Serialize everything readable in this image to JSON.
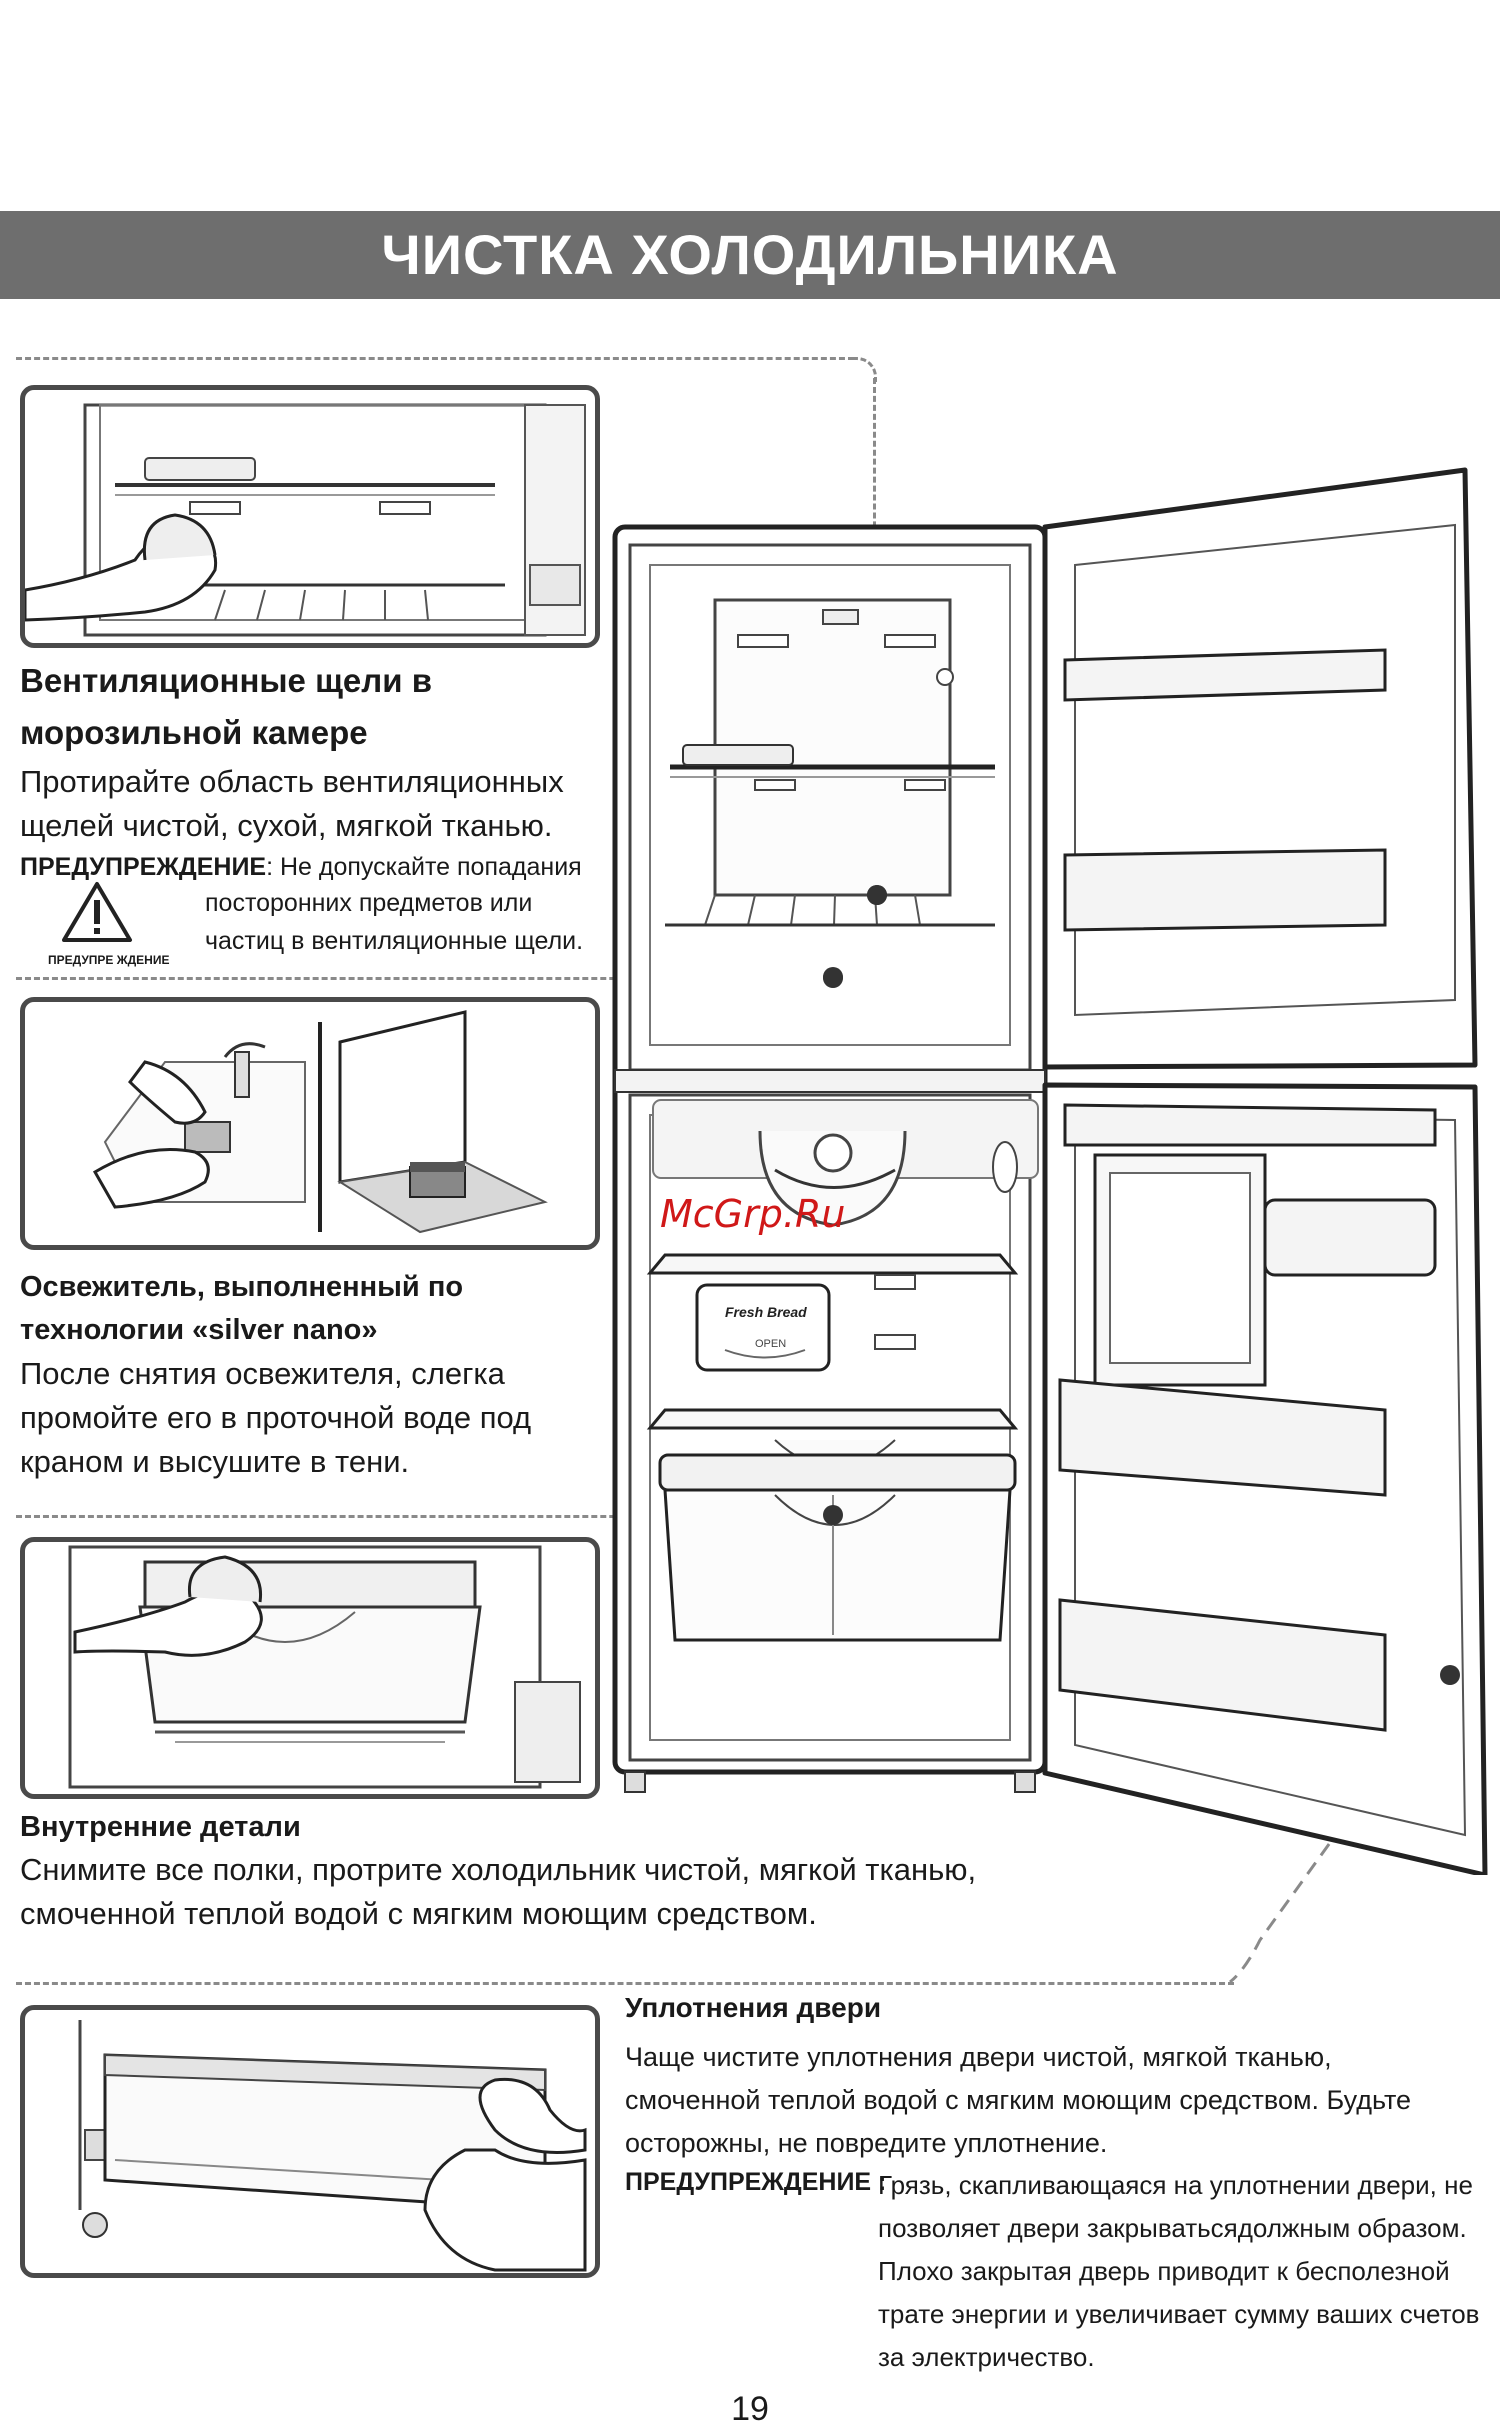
{
  "page": {
    "title": "ЧИСТКА ХОЛОДИЛЬНИКА",
    "page_number": "19",
    "watermark": "McGrp.Ru"
  },
  "sections": {
    "vents": {
      "heading_line1": "Вентиляционные щели в",
      "heading_line2": "морозильной камере",
      "body_line1": "Протирайте область вентиляционных",
      "body_line2": "щелей чистой, сухой, мягкой тканью.",
      "warning_label": "ПРЕДУПРЕЖДЕНИЕ",
      "warning_line1": ": Не допускайте попадания",
      "warning_line2": "посторонних предметов или",
      "warning_line3": "частиц в вентиляционные щели.",
      "warning_icon_caption": "ПРЕДУПРЕ ЖДЕНИЕ"
    },
    "freshener": {
      "heading_line1": "Освежитель, выполненный по",
      "heading_line2": "технологии «silver nano»",
      "body_line1": "После снятия освежителя, слегка",
      "body_line2": "промойте его в проточной воде под",
      "body_line3": "краном и высушите в тени."
    },
    "interior": {
      "heading": "Внутренние детали",
      "body_line1": "Снимите все полки, протрите холодильник чистой, мягкой тканью,",
      "body_line2": "смоченной теплой водой с мягким моющим средством."
    },
    "gaskets": {
      "heading": "Уплотнения двери",
      "body_line1": "Чаще чистите уплотнения двери чистой, мягкой тканью,",
      "body_line2": "смоченной теплой водой с мягким моющим средством. Будьте",
      "body_line3": "осторожны, не повредите уплотнение.",
      "warning_label": "ПРЕДУПРЕЖДЕНИЕ :",
      "warning_line1": "Грязь, скапливающаяся на уплотнении  двери, не",
      "warning_line2": "позволяет двери закрыватьсядолжным образом.",
      "warning_line3": "Плохо закрытая дверь приводит к бесполезной",
      "warning_line4": "трате энергии и увеличивает сумму ваших счетов",
      "warning_line5": "за электричество."
    }
  },
  "fridge_labels": {
    "freshener_line1": "Fresh Bread",
    "freshener_open": "OPEN"
  },
  "colors": {
    "banner": "#6e6e6e",
    "watermark": "#d01818",
    "outline": "#2a2a2a"
  }
}
